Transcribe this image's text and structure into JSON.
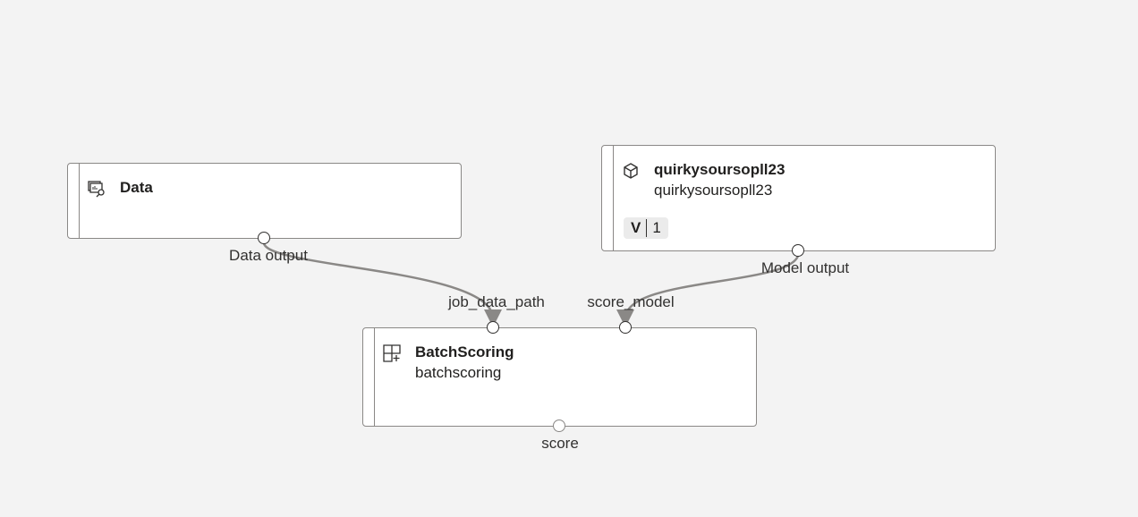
{
  "nodes": {
    "data": {
      "title": "Data",
      "output_port": "Data output"
    },
    "model": {
      "title": "quirkysoursopll23",
      "subtitle": "quirkysoursopll23",
      "version_label": "V",
      "version": "1",
      "output_port": "Model output"
    },
    "batch": {
      "title": "BatchScoring",
      "subtitle": "batchscoring",
      "input_ports": [
        "job_data_path",
        "score_model"
      ],
      "output_port": "score"
    }
  }
}
